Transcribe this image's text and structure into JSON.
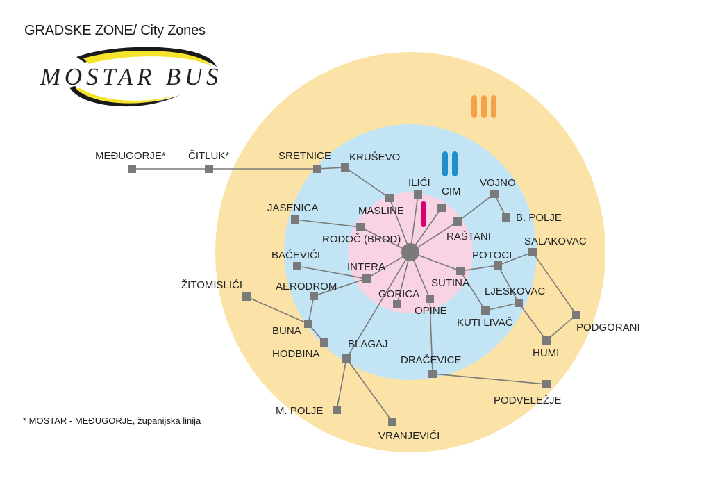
{
  "title": "GRADSKE ZONE/ City Zones",
  "footnote": "* MOSTAR - MEĐUGORJE, županijska linija",
  "logo": {
    "text": "MOSTAR BUS"
  },
  "colors": {
    "zone_3": "#fbe3a8",
    "zone_2": "#c2e4f4",
    "zone_1": "#f7d3e4",
    "zone_3_marker": "#f4a14a",
    "zone_2_marker": "#1e8fcb",
    "zone_1_marker": "#d6006f",
    "stop": "#7a7a7a"
  },
  "zones": [
    {
      "id": "zone-3",
      "marker": "III"
    },
    {
      "id": "zone-2",
      "marker": "II"
    },
    {
      "id": "zone-1",
      "marker": "I"
    }
  ],
  "stops": [
    {
      "id": "medjugorje",
      "label": "MEĐUGORJE*"
    },
    {
      "id": "citluk",
      "label": "ČITLUK*"
    },
    {
      "id": "sretnice",
      "label": "SRETNICE"
    },
    {
      "id": "krusevo",
      "label": "KRUŠEVO"
    },
    {
      "id": "ilici",
      "label": "ILIĆI"
    },
    {
      "id": "cim",
      "label": "CIM"
    },
    {
      "id": "vojno",
      "label": "VOJNO"
    },
    {
      "id": "b-polje",
      "label": "B. POLJE"
    },
    {
      "id": "jasenica",
      "label": "JASENICA"
    },
    {
      "id": "masline",
      "label": "MASLINE"
    },
    {
      "id": "rodoc",
      "label": "RODOČ (BROD)"
    },
    {
      "id": "rastani",
      "label": "RAŠTANI"
    },
    {
      "id": "salakovac",
      "label": "SALAKOVAC"
    },
    {
      "id": "bacevici",
      "label": "BAĆEVIĆI"
    },
    {
      "id": "intera",
      "label": "INTERA"
    },
    {
      "id": "potoci",
      "label": "POTOCI"
    },
    {
      "id": "zitomislici",
      "label": "ŽITOMISLIĆI"
    },
    {
      "id": "aerodrom",
      "label": "AERODROM"
    },
    {
      "id": "sutina",
      "label": "SUTINA"
    },
    {
      "id": "ljeskovac",
      "label": "LJESKOVAC"
    },
    {
      "id": "gorica",
      "label": "GORICA"
    },
    {
      "id": "opine",
      "label": "OPINE"
    },
    {
      "id": "kuti-livac",
      "label": "KUTI LIVAČ"
    },
    {
      "id": "podgorani",
      "label": "PODGORANI"
    },
    {
      "id": "buna",
      "label": "BUNA"
    },
    {
      "id": "hodbina",
      "label": "HODBINA"
    },
    {
      "id": "blagaj",
      "label": "BLAGAJ"
    },
    {
      "id": "humi",
      "label": "HUMI"
    },
    {
      "id": "dracevice",
      "label": "DRAČEVICE"
    },
    {
      "id": "podvelezje",
      "label": "PODVELEŽJE"
    },
    {
      "id": "m-polje",
      "label": "M. POLJE"
    },
    {
      "id": "vranjevici",
      "label": "VRANJEVIĆI"
    }
  ]
}
